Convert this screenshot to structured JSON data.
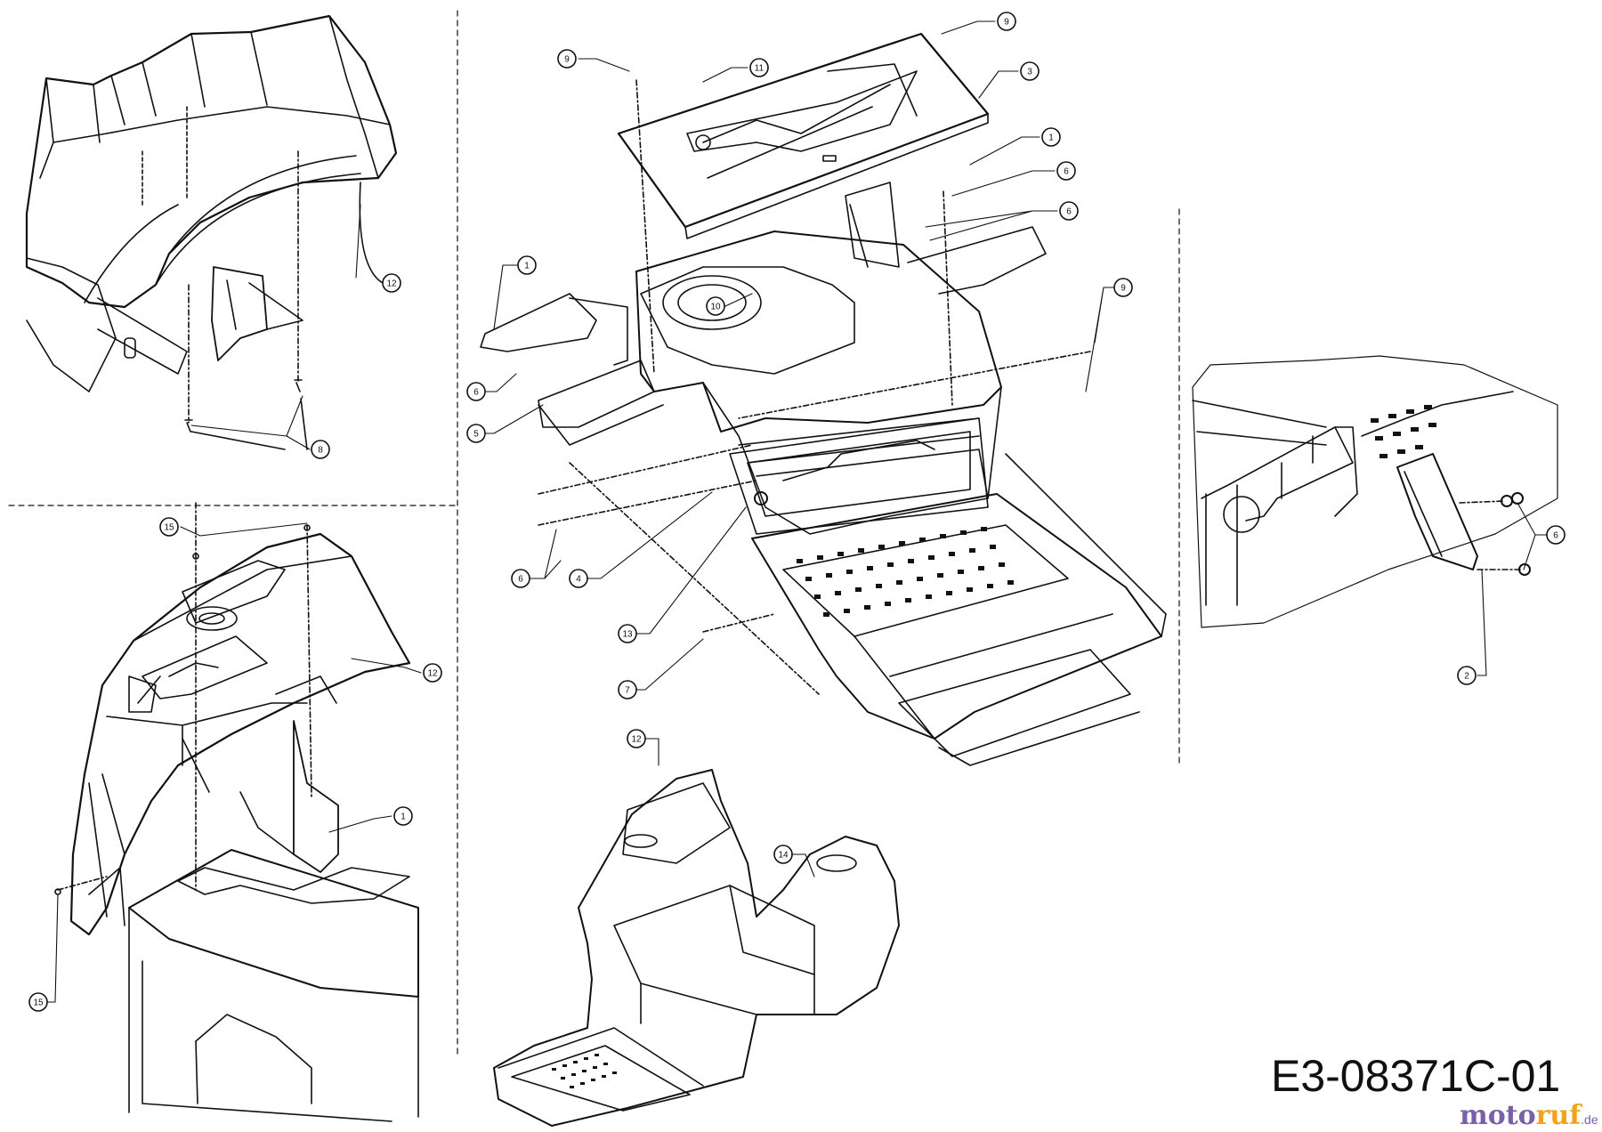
{
  "drawing_code": "E3-08371C-01",
  "watermark": {
    "part1": "moto",
    "part2": "ruf",
    "part3": ".de"
  },
  "colors": {
    "line": "#111111",
    "background": "#ffffff",
    "brand_purple": "#7b5fa8",
    "brand_orange": "#f2a21c"
  },
  "callouts": [
    {
      "id": "c-tl-12",
      "label": "12"
    },
    {
      "id": "c-tl-8",
      "label": "8"
    },
    {
      "id": "c-bl-15a",
      "label": "15"
    },
    {
      "id": "c-bl-12",
      "label": "12"
    },
    {
      "id": "c-bl-1",
      "label": "1"
    },
    {
      "id": "c-bl-15b",
      "label": "15"
    },
    {
      "id": "c-m-9a",
      "label": "9"
    },
    {
      "id": "c-m-11",
      "label": "11"
    },
    {
      "id": "c-m-9b",
      "label": "9"
    },
    {
      "id": "c-m-3",
      "label": "3"
    },
    {
      "id": "c-m-1a",
      "label": "1"
    },
    {
      "id": "c-m-6a",
      "label": "6"
    },
    {
      "id": "c-m-6b",
      "label": "6"
    },
    {
      "id": "c-m-1b",
      "label": "1"
    },
    {
      "id": "c-m-10",
      "label": "10"
    },
    {
      "id": "c-m-9c",
      "label": "9"
    },
    {
      "id": "c-m-6c",
      "label": "6"
    },
    {
      "id": "c-m-5",
      "label": "5"
    },
    {
      "id": "c-m-6d",
      "label": "6"
    },
    {
      "id": "c-m-4",
      "label": "4"
    },
    {
      "id": "c-m-13",
      "label": "13"
    },
    {
      "id": "c-m-7",
      "label": "7"
    },
    {
      "id": "c-b-12",
      "label": "12"
    },
    {
      "id": "c-b-14",
      "label": "14"
    },
    {
      "id": "c-r-6",
      "label": "6"
    },
    {
      "id": "c-r-2",
      "label": "2"
    }
  ]
}
